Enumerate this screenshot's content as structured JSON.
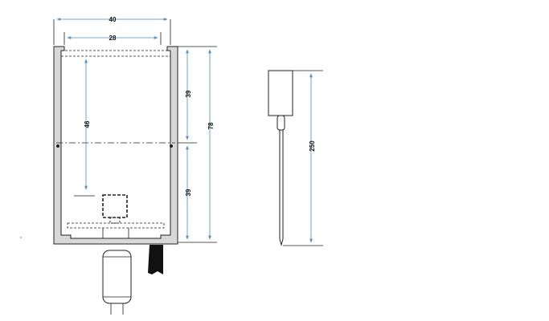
{
  "dimensions": {
    "outer_width": "40",
    "inner_width": "28",
    "upper_height": "39",
    "total_height": "78",
    "center_depth": "46",
    "lower_height": "39",
    "probe_length": "250"
  },
  "colors": {
    "profile_fill": "#d8d8d8",
    "outline": "#222222",
    "dimension_line": "#4a90c8",
    "extension_line": "#222222"
  }
}
